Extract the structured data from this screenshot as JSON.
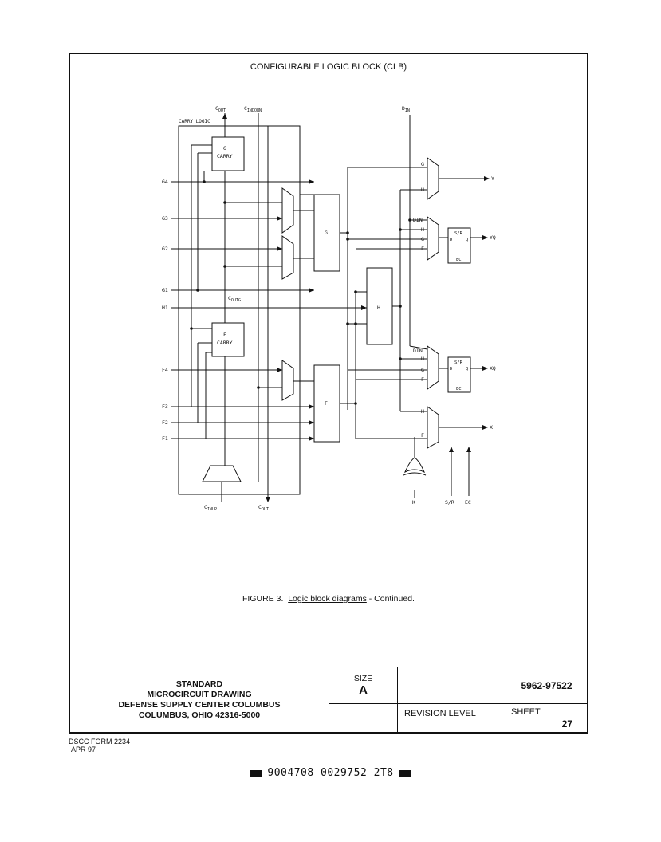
{
  "figure_title": "CONFIGURABLE LOGIC BLOCK (CLB)",
  "labels": {
    "cout_top": "C",
    "cout_top_sub": "OUT",
    "cindown": "C",
    "cindown_sub": "INDOWN",
    "din_top": "D",
    "din_top_sub": "IN",
    "carry_logic": "CARRY LOGIC",
    "g_carry_1": "G",
    "g_carry_2": "CARRY",
    "f_carry_1": "F",
    "f_carry_2": "CARRY",
    "coutg": "C",
    "coutg_sub": "OUTG",
    "cinup": "C",
    "cinup_sub": "INUP",
    "cout_bottom": "C",
    "cout_bottom_sub": "OUT",
    "g4": "G4",
    "g3": "G3",
    "g2": "G2",
    "g1": "G1",
    "h1": "H1",
    "f4": "F4",
    "f3": "F3",
    "f2": "F2",
    "f1": "F1",
    "g_block": "G",
    "h_block": "H",
    "f_block": "F",
    "y": "Y",
    "yq": "YQ",
    "xq": "XQ",
    "x": "X",
    "k": "K",
    "sr": "S/R",
    "ec": "EC",
    "mux_g": "G",
    "mux_h": "H",
    "mux_din": "DIN",
    "mux_f": "F",
    "ff_sr": "S/R",
    "ff_d": "D",
    "ff_q": "Q",
    "ff_ec": "EC"
  },
  "caption": {
    "prefix": "FIGURE 3.",
    "link": "Logic block diagrams",
    "suffix": " - Continued."
  },
  "title_block": {
    "line1": "STANDARD",
    "line2": "MICROCIRCUIT DRAWING",
    "line3": "DEFENSE SUPPLY CENTER COLUMBUS",
    "line4": "COLUMBUS, OHIO 42316-5000",
    "size_label": "SIZE",
    "size_value": "A",
    "drawing_number": "5962-97522",
    "revision_label": "REVISION LEVEL",
    "sheet_label": "SHEET",
    "sheet_number": "27"
  },
  "form": {
    "line1": "DSCC FORM 2234",
    "line2": "APR 97"
  },
  "barcode_text": "9004708 0029752 2T8"
}
